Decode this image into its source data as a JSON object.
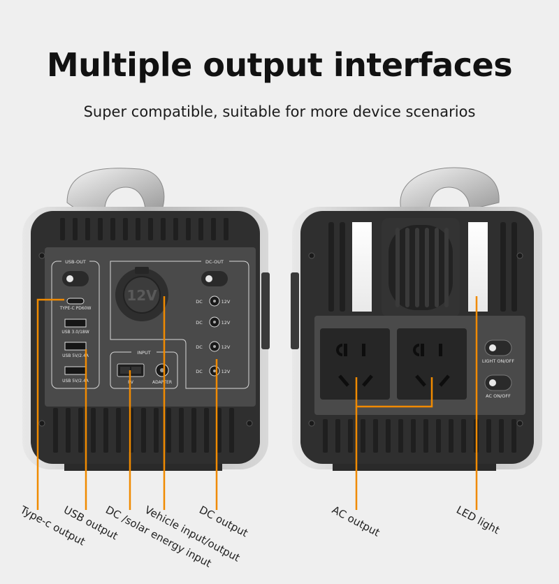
{
  "header": {
    "title": "Multiple output interfaces",
    "subtitle": "Super compatible, suitable for more device scenarios"
  },
  "front_panel": {
    "usb_out_title": "USB-OUT",
    "dc_out_title": "DC-OUT",
    "input_title": "INPUT",
    "typec_label": "TYPE-C PD60W",
    "usb1_label": "USB 3.0/18W",
    "usb2_label": "USB 5V/2.4A",
    "usb3_label": "USB 5V/2.4A",
    "cig_label": "12V",
    "dc_ports": [
      {
        "left": "DC",
        "right": "12V"
      },
      {
        "left": "DC",
        "right": "12V"
      },
      {
        "left": "DC",
        "right": "12V"
      },
      {
        "left": "DC",
        "right": "12V"
      }
    ],
    "pv_label": "PV",
    "adapter_label": "ADAPTER"
  },
  "back_panel": {
    "light_switch_label": "LIGHT ON/OFF",
    "ac_switch_label": "AC ON/OFF"
  },
  "callouts": {
    "typec": "Type-c output",
    "usb": "USB output",
    "dc_solar": "DC /solar energy input",
    "vehicle": "Vehicle input/output",
    "dc": "DC output",
    "ac": "AC output",
    "led": "LED light"
  },
  "colors": {
    "background": "#efefef",
    "leader_line": "#f08a00",
    "panel": "#4a4a4a",
    "frame": "#c9c9c9"
  }
}
